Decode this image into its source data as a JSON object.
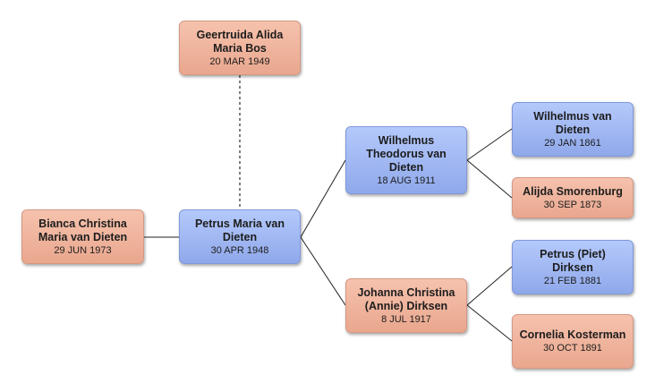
{
  "colors": {
    "female": "#eeb39b",
    "male": "#a2b9f4",
    "line": "#222222"
  },
  "people": {
    "bianca": {
      "name": "Bianca Christina Maria van Dieten",
      "date": "29 JUN 1973",
      "gender": "female"
    },
    "petrus": {
      "name": "Petrus Maria van Dieten",
      "date": "30 APR 1948",
      "gender": "male"
    },
    "geertruida": {
      "name": "Geertruida Alida Maria Bos",
      "date": "20 MAR 1949",
      "gender": "female"
    },
    "wilhelmus_t": {
      "name": "Wilhelmus Theodorus van Dieten",
      "date": "18 AUG 1911",
      "gender": "male"
    },
    "johanna": {
      "name": "Johanna Christina (Annie) Dirksen",
      "date": "8 JUL 1917",
      "gender": "female"
    },
    "wilhelmus": {
      "name": "Wilhelmus van Dieten",
      "date": "29 JAN 1861",
      "gender": "male"
    },
    "alijda": {
      "name": "Alijda Smorenburg",
      "date": "30 SEP 1873",
      "gender": "female"
    },
    "piet": {
      "name": "Petrus (Piet) Dirksen",
      "date": "21 FEB 1881",
      "gender": "male"
    },
    "cornelia": {
      "name": "Cornelia Kosterman",
      "date": "30 OCT 1891",
      "gender": "female"
    }
  }
}
